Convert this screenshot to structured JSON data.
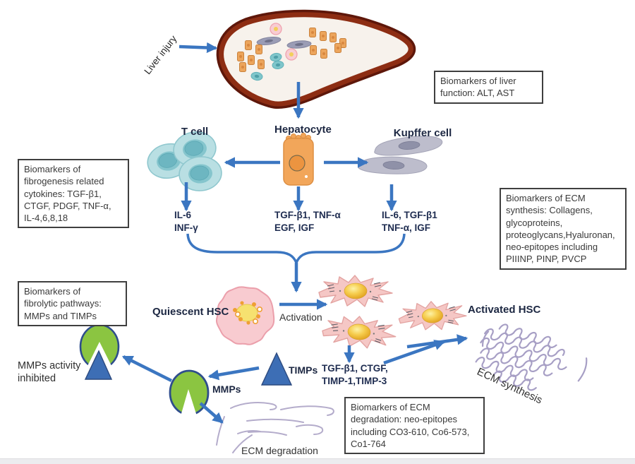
{
  "diagram": {
    "labels": {
      "liver_injury": "Liver injury",
      "t_cell": "T cell",
      "hepatocyte": "Hepatocyte",
      "kupffer_cell": "Kupffer cell",
      "t_cell_cytokines": "IL-6\nINF-γ",
      "hepatocyte_cytokines": "TGF-β1, TNF-α\nEGF, IGF",
      "kupffer_cytokines": "IL-6, TGF-β1\nTNF-α, IGF",
      "quiescent_hsc": "Quiescent HSC",
      "activation": "Activation",
      "activated_hsc": "Activated HSC",
      "hsc_products": "TGF-β1, CTGF,\nTIMP-1,TIMP-3",
      "mmps": "MMPs",
      "timps": "TIMPs",
      "mmps_inhibited": "MMPs activity\ninhibited",
      "ecm_synthesis": "ECM synthesis",
      "ecm_degradation": "ECM degradation"
    },
    "callouts": {
      "liver_function": "Biomarkers of liver\nfunction: ALT, AST",
      "fibrogenesis": "Biomarkers of\nfibrogenesis related\ncytokines: TGF-β1,\nCTGF, PDGF, TNF-α,\nIL-4,6,8,18",
      "ecm_synthesis": "Biomarkers of ECM\nsynthesis: Collagens,\nglycoproteins,\nproteoglycans,Hyaluronan,\nneo-epitopes including\nPIIINP, PINP, PVCP",
      "fibrolytic": "Biomarkers of\nfibrolytic pathways:\nMMPs and TIMPs",
      "ecm_degradation": "Biomarkers of ECM\ndegradation: neo-epitopes\nincluding CO3-610, Co6-573,\nCo1-764"
    },
    "colors": {
      "arrow_blue": "#3b76c1",
      "box_border": "#3f3f3f",
      "mmp_green": "#8bc541",
      "timp_blue": "#3d6eb5",
      "hsc_pink": "#f5c7c5",
      "ecm_purple": "#a79fc5",
      "liver_rim": "#5e170a"
    }
  }
}
